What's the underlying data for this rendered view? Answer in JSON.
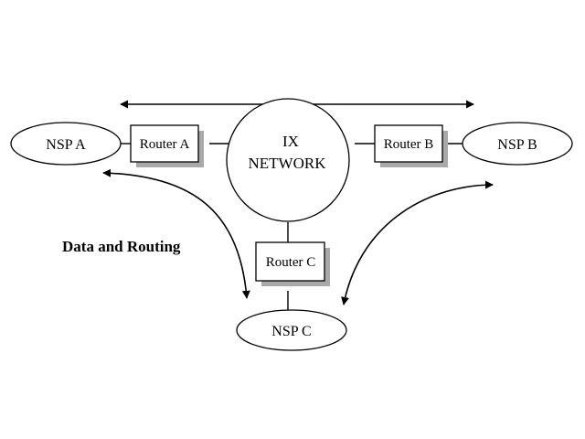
{
  "diagram": {
    "nodes": {
      "nsp_a": "NSP A",
      "nsp_b": "NSP B",
      "nsp_c": "NSP C",
      "router_a": "Router A",
      "router_b": "Router B",
      "router_c": "Router C",
      "ix_line1": "IX",
      "ix_line2": "NETWORK"
    },
    "caption": "Data and Routing"
  },
  "colors": {
    "line": "#000000",
    "background": "#ffffff",
    "shadow": "#a9a9a9"
  }
}
